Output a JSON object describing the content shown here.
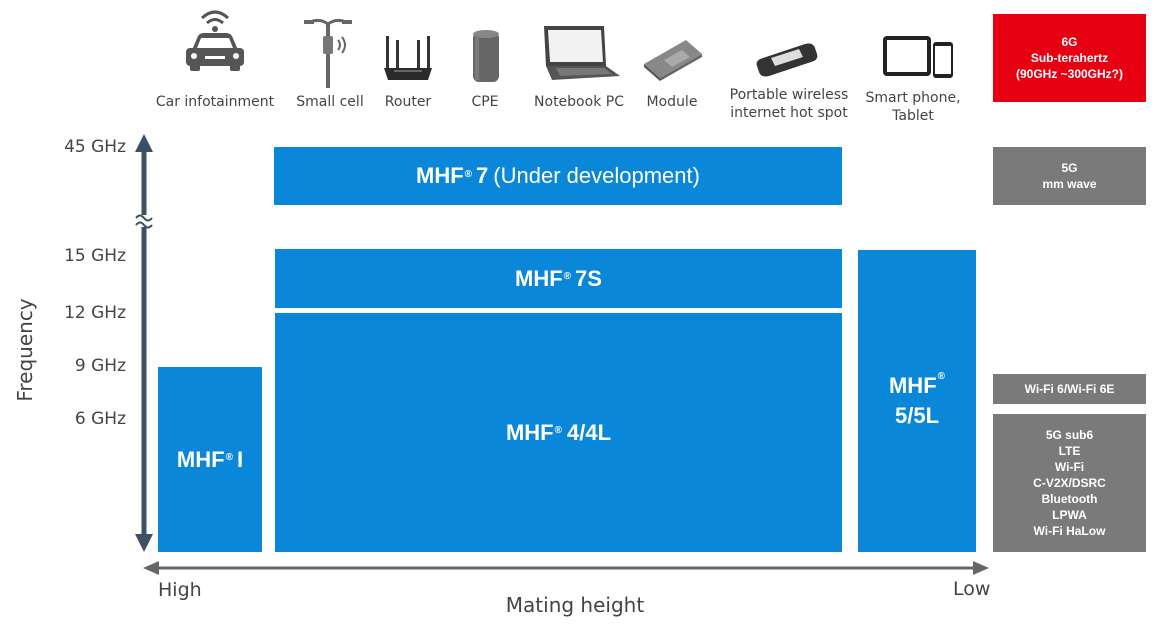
{
  "devices": [
    {
      "label": "Car infotainment",
      "icon": "car-icon"
    },
    {
      "label": "Small cell",
      "icon": "small-cell-icon"
    },
    {
      "label": "Router",
      "icon": "router-icon"
    },
    {
      "label": "CPE",
      "icon": "cpe-icon"
    },
    {
      "label": "Notebook PC",
      "icon": "notebook-icon"
    },
    {
      "label": "Module",
      "icon": "module-icon"
    },
    {
      "label": "Portable wireless internet hot spot",
      "icon": "hotspot-icon"
    },
    {
      "label": "Smart phone, Tablet",
      "icon": "phone-tablet-icon"
    }
  ],
  "axes": {
    "y_label": "Frequency",
    "x_label": "Mating height",
    "x_left": "High",
    "x_right": "Low",
    "y_ticks": [
      "45 GHz",
      "15 GHz",
      "12 GHz",
      "9 GHz",
      "6 GHz"
    ]
  },
  "products": {
    "mhf7": {
      "name": "MHF",
      "reg": "®",
      "suffix": "7",
      "note": "(Under development)"
    },
    "mhf7s": {
      "name": "MHF",
      "reg": "®",
      "suffix": "7S"
    },
    "mhf44l": {
      "name": "MHF",
      "reg": "®",
      "suffix": "4/4L"
    },
    "mhf1": {
      "name": "MHF",
      "reg": "®",
      "suffix": "I"
    },
    "mhf55l": {
      "name": "MHF",
      "reg": "®",
      "suffix": "5/5L"
    }
  },
  "bands": {
    "sixg": [
      "6G",
      "Sub-terahertz",
      "(90GHz ~300GHz?)"
    ],
    "fiveg_mm": [
      "5G",
      "mm wave"
    ],
    "wifi6": [
      "Wi-Fi 6/Wi-Fi 6E"
    ],
    "sub6": [
      "5G sub6",
      "LTE",
      "Wi-Fi",
      "C-V2X/DSRC",
      "Bluetooth",
      "LPWA",
      "Wi-Fi HaLow"
    ]
  },
  "colors": {
    "product_blue": "#0a87d8",
    "band_gray": "#7a7a7a",
    "band_red": "#e60012",
    "axis": "#3d4f63"
  }
}
